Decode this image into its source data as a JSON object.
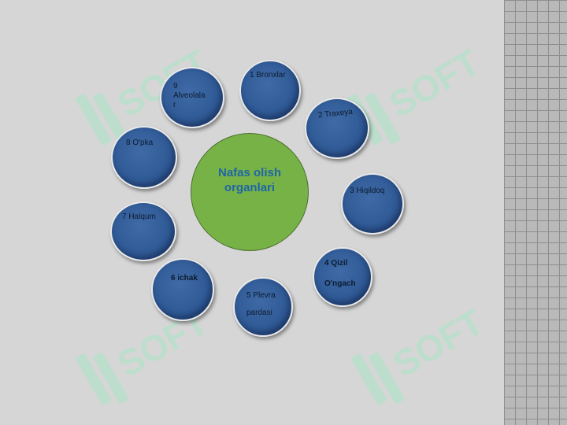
{
  "diagram": {
    "center": {
      "label": "Nafas olish organlari"
    },
    "nodes": [
      {
        "id": "bronxlar",
        "label": "1 Bronxlar"
      },
      {
        "id": "traxeya",
        "label": "2 Traxeya"
      },
      {
        "id": "hiqildoq",
        "label": "3 Hiqildoq"
      },
      {
        "id": "qizilongach",
        "line1": "4 Qizil",
        "line2": "O'ngach"
      },
      {
        "id": "plevra",
        "line1": "5 Plevra",
        "line2": "pardasi"
      },
      {
        "id": "ichak",
        "label": "6 ichak"
      },
      {
        "id": "halqum",
        "label": "7 Halqum"
      },
      {
        "id": "opka",
        "label": "8 O'pka"
      },
      {
        "id": "alveolalar",
        "line1": "9",
        "line2": "Alveolala",
        "line3": "r"
      }
    ]
  },
  "colors": {
    "node_fill": "#2f5a96",
    "center_fill": "#77b247",
    "center_text": "#1f66a6",
    "watermark": "#a9e6c6"
  }
}
